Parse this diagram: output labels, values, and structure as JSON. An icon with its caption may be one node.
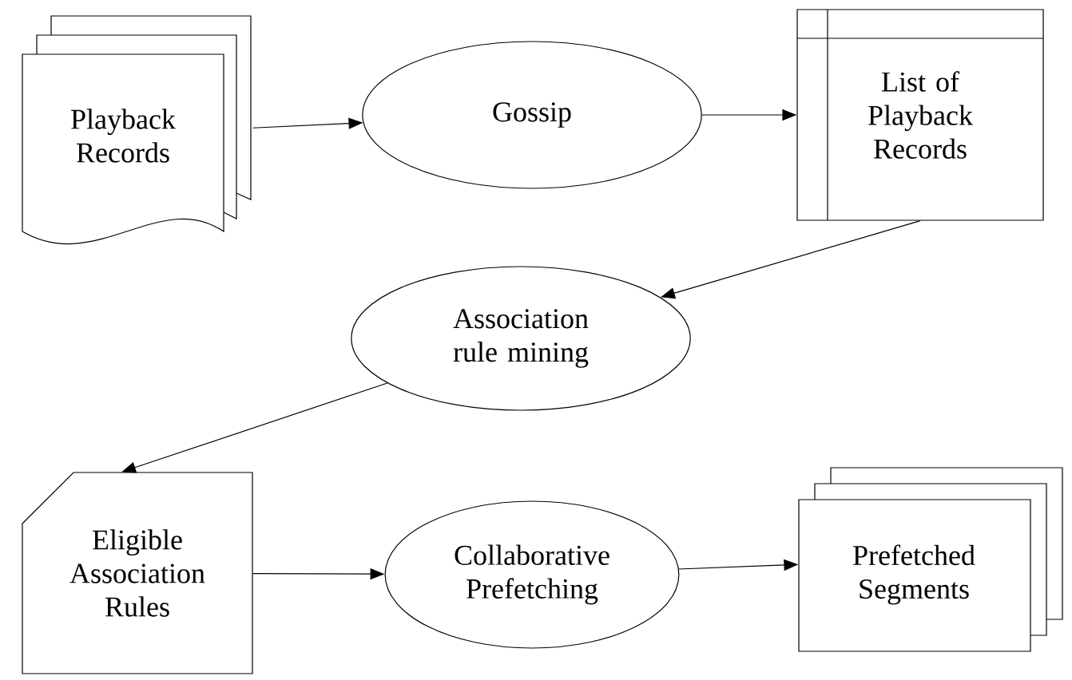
{
  "diagram": {
    "nodes": [
      {
        "text": [
          "Playback Records"
        ]
      },
      {
        "text": [
          "Gossip"
        ]
      },
      {
        "text": [
          "List of Playback Records"
        ]
      },
      {
        "text": [
          "Association rule mining"
        ]
      },
      {
        "text": [
          "Eligible Association Rules"
        ]
      },
      {
        "text": [
          "Collaborative Prefetching"
        ]
      },
      {
        "text": [
          "Prefetched Segments"
        ]
      }
    ],
    "edges": [
      {
        "from": 0,
        "to": 1,
        "arrow": "to"
      },
      {
        "from": 1,
        "to": 2,
        "arrow": "to"
      },
      {
        "from": 2,
        "to": 3,
        "arrow": "to"
      },
      {
        "from": 3,
        "to": 4,
        "arrow": "to"
      },
      {
        "from": 4,
        "to": 5,
        "arrow": "to"
      },
      {
        "from": 5,
        "to": 6,
        "arrow": "to"
      }
    ]
  }
}
